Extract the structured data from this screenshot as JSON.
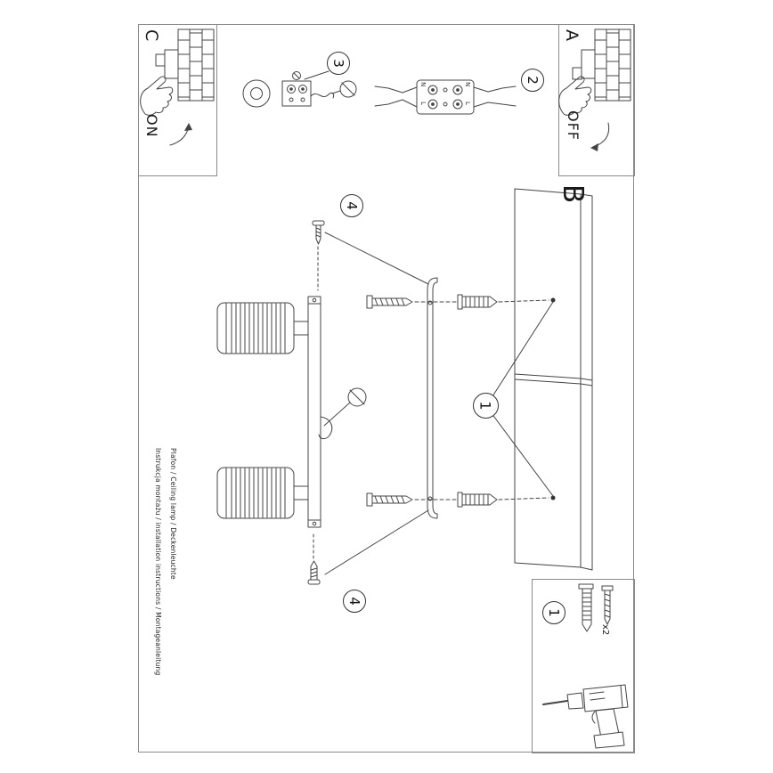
{
  "sheet": {
    "steps": {
      "one": "1",
      "two": "2",
      "three": "3",
      "four": "4"
    },
    "section_label": "B",
    "switch_on": {
      "letter": "C",
      "state": "ON"
    },
    "switch_off": {
      "letter": "A",
      "state": "OFF"
    },
    "terminal_labels": {
      "left_top": "N",
      "left_bottom": "L",
      "right_top": "N",
      "right_bottom": "L"
    },
    "parts_box": {
      "step": "1",
      "quantity": "x2"
    },
    "footer": {
      "line1": "Instrukcja montażu / installation instructions / Montageanleitung",
      "line2": "Plafon / Ceiling lamp / Deckenleuchte"
    },
    "colors": {
      "line": "#444444",
      "border": "#8a8a8a",
      "text": "#1a1a1a"
    }
  }
}
